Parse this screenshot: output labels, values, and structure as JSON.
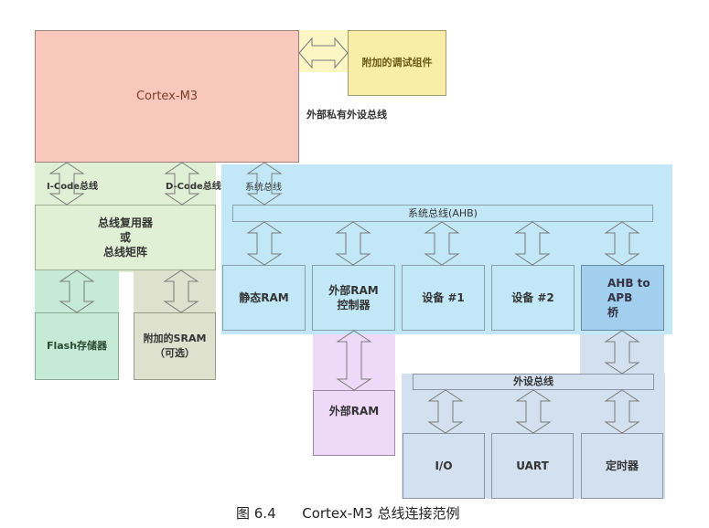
{
  "cpu": {
    "label": "Cortex-M3",
    "color": "#f9c8bd"
  },
  "debug": {
    "label": "附加的调试组件",
    "bus_label": "外部私有外设总线"
  },
  "code_region": {
    "icode_label": "I-Code总线",
    "dcode_label": "D-Code总线",
    "mux_lines": [
      "总线复用器",
      "或",
      "总线矩阵"
    ]
  },
  "flash": {
    "label": "Flash存储器"
  },
  "sram": {
    "lines": [
      "附加的SRAM",
      "（可选）"
    ]
  },
  "system": {
    "sysbus_label": "系统总线",
    "ahb_label": "系统总线(AHB)",
    "devices": [
      {
        "lines": [
          "静态RAM"
        ]
      },
      {
        "lines": [
          "外部RAM",
          "控制器"
        ]
      },
      {
        "lines": [
          "设备 #1"
        ]
      },
      {
        "lines": [
          "设备 #2"
        ]
      },
      {
        "lines": [
          "AHB to",
          "APB",
          "桥"
        ]
      }
    ]
  },
  "external_ram": {
    "label": "外部RAM"
  },
  "peripheral": {
    "bus_label": "外设总线",
    "devices": [
      {
        "label": "I/O"
      },
      {
        "label": "UART"
      },
      {
        "label": "定时器"
      }
    ]
  },
  "caption": {
    "figure": "图 6.4",
    "title": "Cortex-M3 总线连接范例"
  }
}
